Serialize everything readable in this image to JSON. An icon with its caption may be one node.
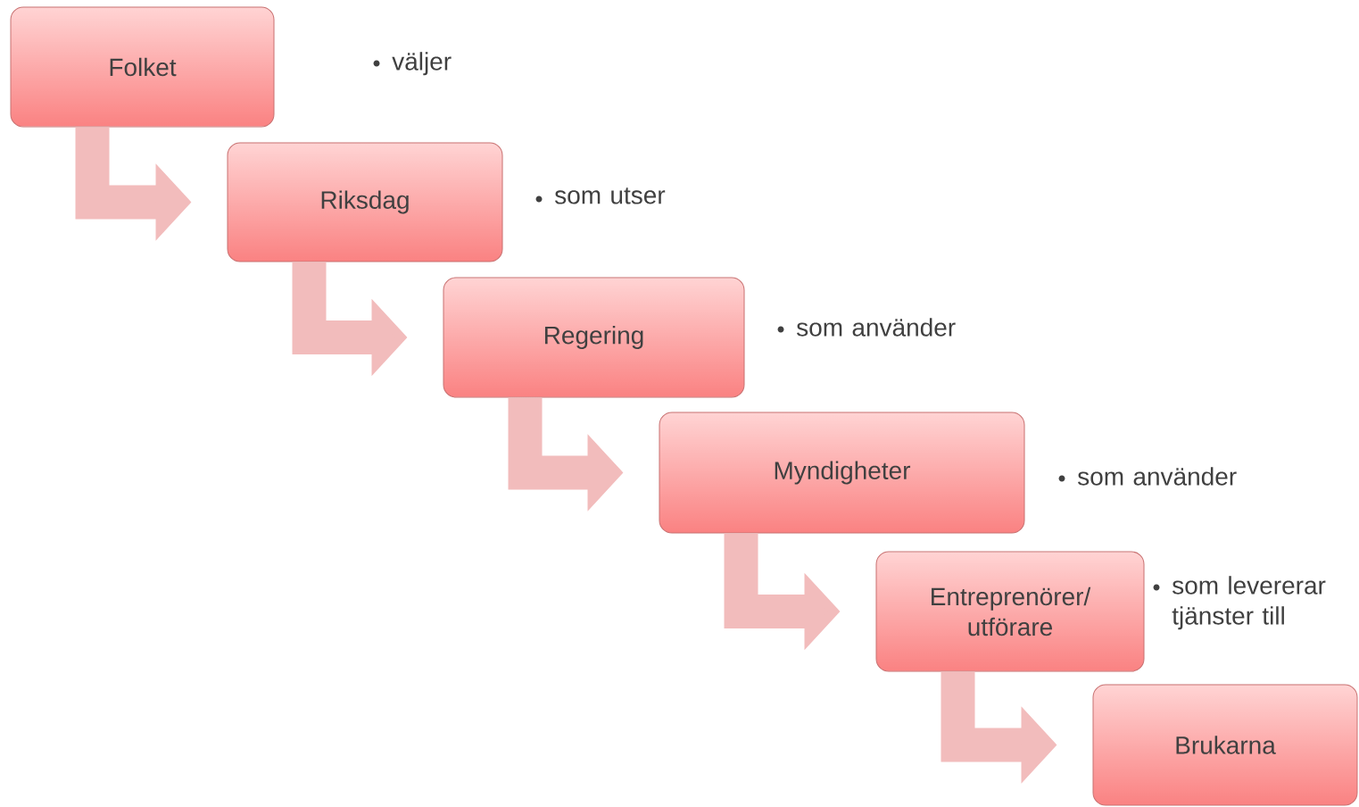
{
  "diagram": {
    "nodes": [
      {
        "text": [
          "Folket"
        ]
      },
      {
        "text": [
          "Riksdag"
        ],
        "beside": [
          "som utser"
        ]
      },
      {
        "text": [
          "Regering"
        ],
        "beside": [
          "som använder"
        ]
      },
      {
        "text": [
          "Myndigheter"
        ],
        "beside": [
          "som använder"
        ]
      },
      {
        "text": [
          "Entreprenörer/ utförare"
        ],
        "beside": [
          "som levererar tjänster till"
        ]
      },
      {
        "text": [
          "Brukarna"
        ]
      }
    ],
    "edges": [
      {
        "from": 0,
        "to": 1,
        "arrow": "to"
      },
      {
        "from": 1,
        "to": 2,
        "arrow": "to"
      },
      {
        "from": 2,
        "to": 3,
        "arrow": "to"
      },
      {
        "from": 3,
        "to": 4,
        "arrow": "to"
      },
      {
        "from": 4,
        "to": 5,
        "arrow": "to"
      }
    ],
    "labels": [
      "väljer"
    ]
  }
}
